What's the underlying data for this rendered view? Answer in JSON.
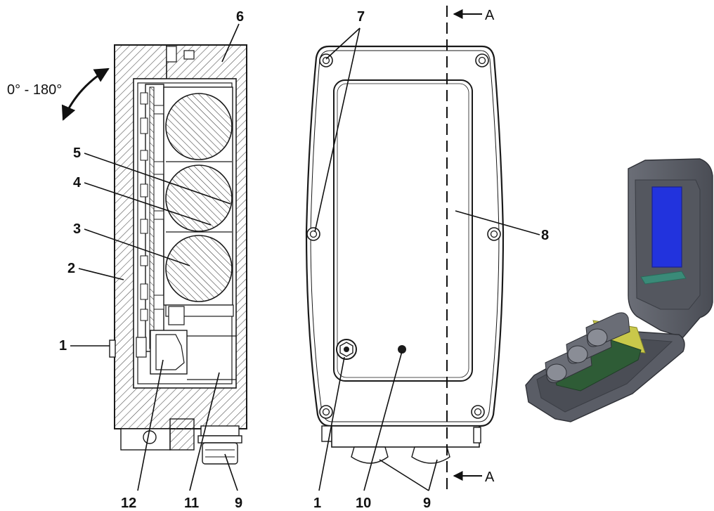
{
  "rotation_label": "0° - 180°",
  "section_label": "A",
  "callouts": {
    "c1_left": "1",
    "c2": "2",
    "c3": "3",
    "c4": "4",
    "c5": "5",
    "c6": "6",
    "c7": "7",
    "c8": "8",
    "c9_left": "9",
    "c9_right": "9",
    "c10": "10",
    "c11": "11",
    "c12": "12",
    "c1_right": "1"
  },
  "colors": {
    "outline": "#1a1a1a",
    "hatch": "#555555",
    "housing_3d": "#5a5d66",
    "housing_3d_dark": "#3f4249",
    "display": "#2233dd",
    "board": "#2e5c36",
    "accent_yellow": "#c9c84a",
    "accent_teal": "#3a8a78"
  }
}
